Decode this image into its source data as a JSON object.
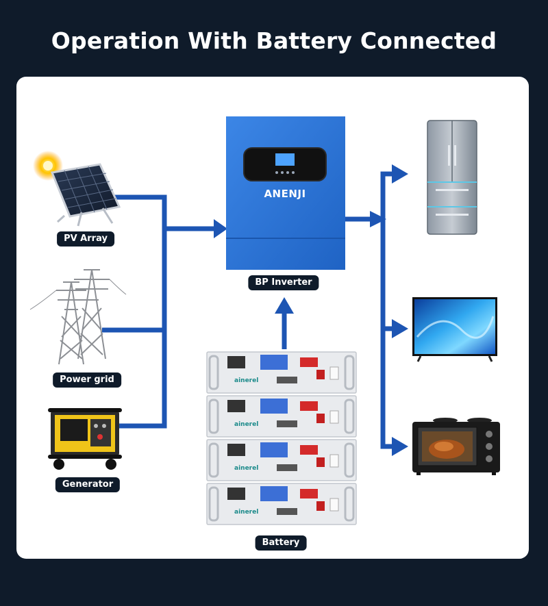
{
  "title": "Operation With Battery Connected",
  "inverter": {
    "brand": "ANENJI",
    "label": "BP Inverter"
  },
  "sources": [
    {
      "label": "PV Array",
      "icon": "solar-panel-icon"
    },
    {
      "label": "Power grid",
      "icon": "power-tower-icon"
    },
    {
      "label": "Generator",
      "icon": "generator-icon"
    }
  ],
  "battery": {
    "label": "Battery",
    "brand": "ainerel",
    "modules": 4
  },
  "loads": [
    {
      "icon": "refrigerator-icon"
    },
    {
      "icon": "television-icon"
    },
    {
      "icon": "oven-icon"
    }
  ],
  "colors": {
    "background": "#0f1b2a",
    "panel": "#ffffff",
    "line": "#1d55b3",
    "inverter": "#2f78d8",
    "label_bg": "#0f1b2a"
  }
}
